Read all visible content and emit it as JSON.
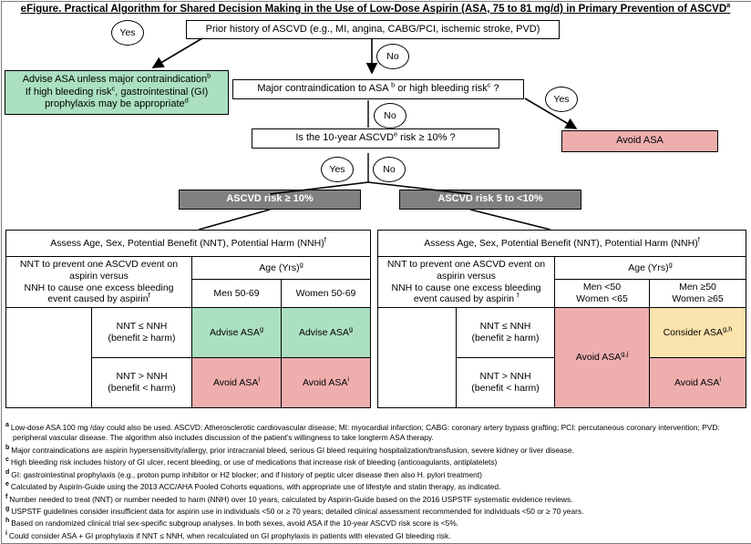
{
  "figure": {
    "title": "eFigure. Practical Algorithm for Shared Decision Making in the Use of Low-Dose Aspirin (ASA, 75 to 81 mg/d) in Primary Prevention of ASCVD",
    "title_marker": "a"
  },
  "colors": {
    "green": "#abe0c0",
    "pink": "#efaeae",
    "yellow": "#fae3ac",
    "gray": "#808080",
    "border": "#000000",
    "background": "#ffffff"
  },
  "flow": {
    "q1": "Prior history of ASCVD (e.g., MI, angina, CABG/PCI, ischemic stroke, PVD)",
    "q1_yes": "Yes",
    "q1_no": "No",
    "advise_line1": "Advise ASA unless major contraindication",
    "advise_line1_marker": "b",
    "advise_line2a": "If high bleeding risk",
    "advise_line2a_marker": "c",
    "advise_line2b": ", gastrointestinal (GI)",
    "advise_line3": "prophylaxis may be appropriate",
    "advise_line3_marker": "d",
    "q2a": "Major contraindication to ASA ",
    "q2a_marker": "b",
    "q2b": " or high bleeding risk",
    "q2b_marker": "c",
    "q2c": " ?",
    "q2_yes": "Yes",
    "q2_no": "No",
    "avoid_asa": "Avoid ASA",
    "q3a": "Is the 10-year ASCVD",
    "q3_marker": "e",
    "q3b": " risk ≥ 10% ?",
    "q3_yes": "Yes",
    "q3_no": "No",
    "band_left": "ASCVD risk ≥ 10%",
    "band_right": "ASCVD risk 5 to <10%"
  },
  "table_left": {
    "header": "Assess Age, Sex, Potential Benefit (NNT), Potential Harm (NNH)",
    "header_marker": "f",
    "stub_line1": "NNT to prevent one ASCVD event on",
    "stub_line2": "aspirin versus",
    "stub_line3": "NNH to cause one excess bleeding",
    "stub_line4": "event caused by aspirin",
    "stub_marker": "f",
    "age_group": "Age (Yrs)",
    "age_group_marker": "g",
    "col1": "Men 50-69",
    "col2": "Women 50-69",
    "row1_cond_line1": "NNT ≤ NNH",
    "row1_cond_line2": "(benefit ≥ harm)",
    "row1_col1": "Advise ASA",
    "row1_col1_marker": "g",
    "row1_col2": "Advise ASA",
    "row1_col2_marker": "g",
    "row2_cond_line1": "NNT > NNH",
    "row2_cond_line2": "(benefit < harm)",
    "row2_col1": "Avoid ASA",
    "row2_col1_marker": "i",
    "row2_col2": "Avoid ASA",
    "row2_col2_marker": "i"
  },
  "table_right": {
    "header": "Assess Age, Sex, Potential Benefit (NNT), Potential Harm (NNH)",
    "header_marker": "f",
    "stub_line1": "NNT to prevent one ASCVD event on",
    "stub_line2": "aspirin versus",
    "stub_line3": "NNH to cause one excess bleeding",
    "stub_line4": "event caused by aspirin ",
    "stub_marker": "f",
    "age_group": "Age (Yrs)",
    "age_group_marker": "g",
    "col1_line1": "Men <50",
    "col1_line2": "Women <65",
    "col2_line1": "Men ≥50",
    "col2_line2": "Women ≥65",
    "row1_cond_line1": "NNT ≤ NNH",
    "row1_cond_line2": "(benefit ≥ harm)",
    "row2_cond_line1": "NNT > NNH",
    "row2_cond_line2": "(benefit < harm)",
    "merged_col1": "Avoid ASA",
    "merged_col1_marker": "g,j",
    "row1_col2": "Consider ASA",
    "row1_col2_marker": "g,h",
    "row2_col2": "Avoid ASA",
    "row2_col2_marker": "i"
  },
  "footnotes": [
    {
      "marker": "a",
      "text": "Low-dose ASA 100 mg /day could also be used. ASCVD: Atherosclerotic cardiovascular disease; MI: myocardial infarction; CABG: coronary artery bypass grafting; PCI: percutaneous coronary intervention; PVD: peripheral vascular disease. The algorithm also includes discussion of the patient’s willingness to take longterm ASA therapy."
    },
    {
      "marker": "b",
      "text": "Major contraindications are aspirin hypersensitivity/allergy, prior intracranial bleed, serious GI bleed requiring hospitalization/transfusion, severe kidney or liver disease."
    },
    {
      "marker": "c",
      "text": "High bleeding risk includes history of GI ulcer, recent bleeding, or use of medications that increase risk of bleeding (anticoagulants, antiplatelets)"
    },
    {
      "marker": "d",
      "text": "GI: gastrointestinal prophylaxis (e.g., proton pump inhibitor or H2 blocker; and if history of peptic ulcer disease then also H. pylori treatment)"
    },
    {
      "marker": "e",
      "text": "Calculated by Aspirin-Guide using the 2013 ACC/AHA Pooled Cohorts equations, with appropriate use of lifestyle and statin therapy, as indicated."
    },
    {
      "marker": "f",
      "text": "Number needed to treat (NNT) or number needed to harm (NNH) over 10 years, calculated by Aspirin-Guide based on the 2016 USPSTF systematic evidence reviews."
    },
    {
      "marker": "g",
      "text": "USPSTF guidelines consider insufficient data for aspirin use in individuals <50 or ≥ 70 years; detailed clinical assessment recommended for individuals <50 or ≥ 70 years."
    },
    {
      "marker": "h",
      "text": "Based on randomized clinical trial sex-specific subgroup analyses. In both sexes, avoid ASA if the 10-year ASCVD risk score is <5%."
    },
    {
      "marker": "i",
      "text": "Could consider ASA + GI prophylaxis if NNT ≤ NNH, when recalculated on GI prophylaxis in patients with elevated GI bleeding risk."
    }
  ]
}
